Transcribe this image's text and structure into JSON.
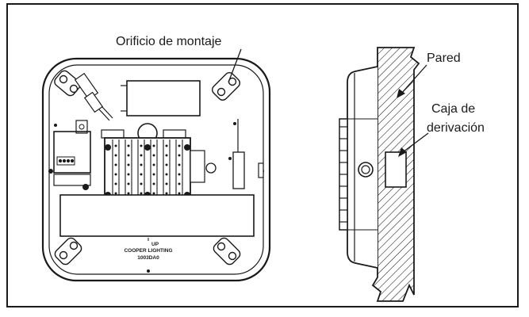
{
  "labels": {
    "mounting_hole": "Orificio de montaje",
    "wall": "Pared",
    "junction_box_line1": "Caja de",
    "junction_box_line2": "derivación"
  },
  "fixture_markings": {
    "up": "UP",
    "brand": "COOPER LIGHTING",
    "model": "1003DA0"
  },
  "colors": {
    "ink": "#1a1a1a",
    "paper": "#ffffff"
  }
}
